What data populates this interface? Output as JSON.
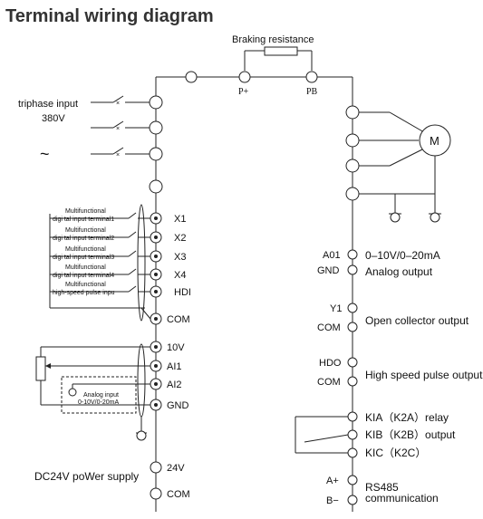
{
  "title": "Terminal wiring diagram",
  "braking": {
    "label": "Braking resistance",
    "p_plus": "P+",
    "pb": "PB"
  },
  "power_input": {
    "line1": "triphase input",
    "line2": "380V",
    "symbol": "~"
  },
  "motor": {
    "label": "M"
  },
  "inputs": [
    {
      "desc1": "Multifunctional",
      "desc2": "digi tal input terminal1",
      "terminal": "X1"
    },
    {
      "desc1": "Multifunctional",
      "desc2": "digi tal input terminal2",
      "terminal": "X2"
    },
    {
      "desc1": "Multifunctional",
      "desc2": "digi tal input terminal3",
      "terminal": "X3"
    },
    {
      "desc1": "Multifunctional",
      "desc2": "digi tal input terminal4",
      "terminal": "X4"
    },
    {
      "desc1": "Multifunctional",
      "desc2": "high-speed pulse inpu",
      "terminal": "HDI"
    }
  ],
  "left_terminals": {
    "com1": "COM",
    "v10": "10V",
    "ai1": "AI1",
    "ai2": "AI2",
    "gnd": "GND",
    "v24": "24V",
    "com2": "COM"
  },
  "analog_input_box": {
    "line1": "Analog input",
    "line2": "0-10V/0-20mA"
  },
  "dc_supply": "DC24V poWer supply",
  "right": {
    "a01": "A01",
    "a01_desc": "0–10V/0–20mA",
    "gnd": "GND",
    "gnd_desc": "Analog output",
    "y1": "Y1",
    "com_y1": "COM",
    "y1_desc": "Open collector output",
    "hdo": "HDO",
    "com_hdo": "COM",
    "hdo_desc": "High speed pulse output",
    "kia": "KIA（K2A）relay",
    "kib": "KIB（K2B）output",
    "kic": "KIC（K2C）",
    "a_plus": "A+",
    "b_minus": "B−",
    "rs485_1": "RS485",
    "rs485_2": "communication"
  }
}
